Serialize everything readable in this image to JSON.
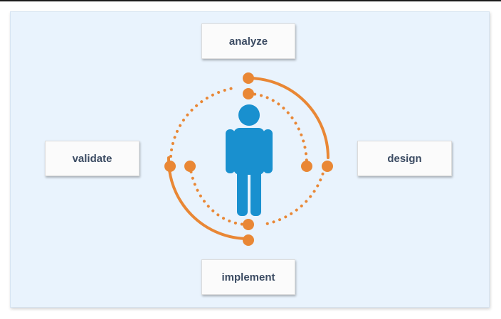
{
  "diagram": {
    "stages": {
      "analyze": "analyze",
      "design": "design",
      "implement": "implement",
      "validate": "validate"
    },
    "colors": {
      "panel_background": "#e9f3fd",
      "ring": "#e98735",
      "person": "#1990cf",
      "label_text": "#3c4c63"
    },
    "icons": {
      "center": "person-icon"
    }
  }
}
